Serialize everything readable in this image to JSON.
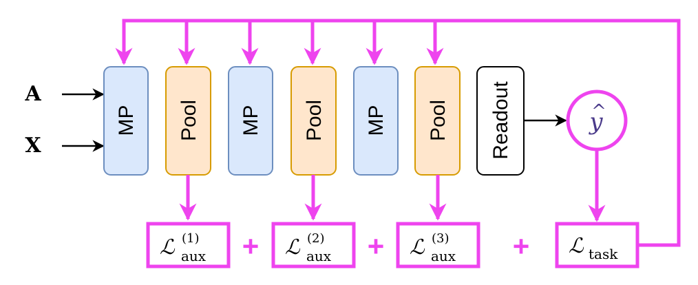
{
  "inputs": {
    "a": "A",
    "x": "X"
  },
  "blocks": [
    {
      "label": "MP",
      "kind": "mp"
    },
    {
      "label": "Pool",
      "kind": "pool"
    },
    {
      "label": "MP",
      "kind": "mp"
    },
    {
      "label": "Pool",
      "kind": "pool"
    },
    {
      "label": "MP",
      "kind": "mp"
    },
    {
      "label": "Pool",
      "kind": "pool"
    },
    {
      "label": "Readout",
      "kind": "readout"
    }
  ],
  "output": {
    "symbol": "y",
    "hat": "^"
  },
  "losses": {
    "aux": [
      {
        "base": "ℒ",
        "sub": "aux",
        "sup": "(1)"
      },
      {
        "base": "ℒ",
        "sub": "aux",
        "sup": "(2)"
      },
      {
        "base": "ℒ",
        "sub": "aux",
        "sup": "(3)"
      }
    ],
    "task": {
      "base": "ℒ",
      "sub": "task"
    },
    "plus": "+"
  },
  "colors": {
    "accent": "#ee44ee",
    "mp_fill": "#dae8fc",
    "mp_stroke": "#6c8ebf",
    "pool_fill": "#ffe6cc",
    "pool_stroke": "#d79b00",
    "output_text": "#4a3a8a"
  }
}
